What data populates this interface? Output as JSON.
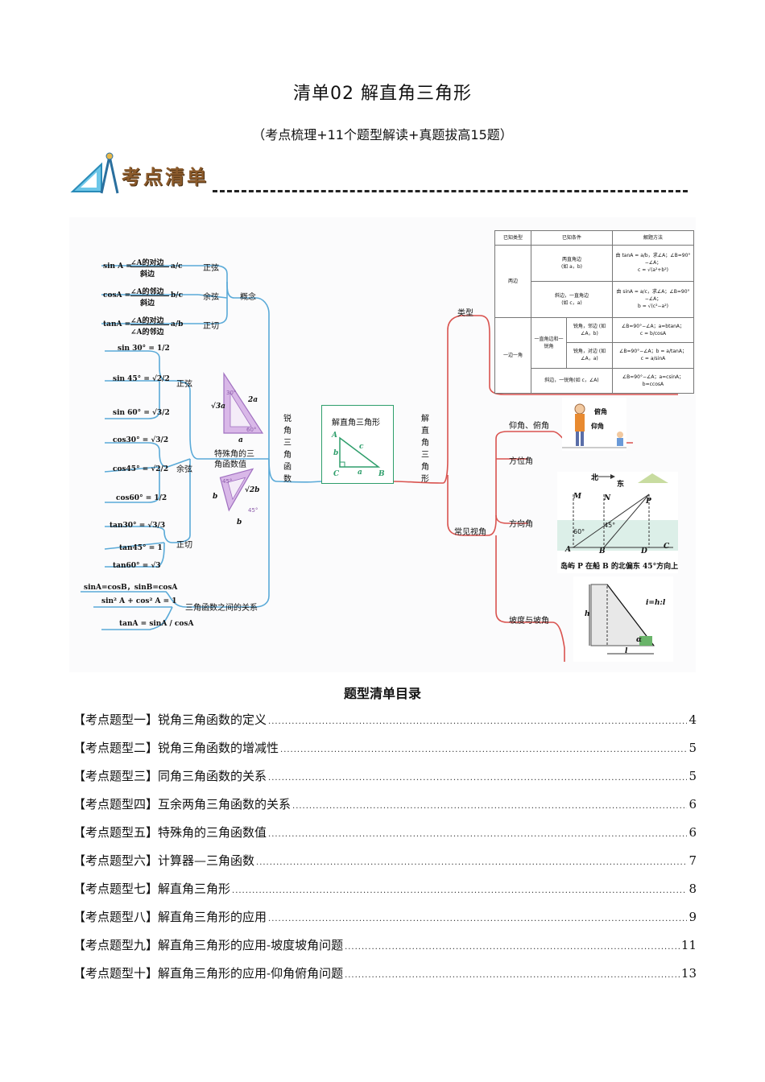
{
  "header": {
    "title": "清单02  解直角三角形",
    "subtitle": "（考点梳理+11个题型解读+真题拔高15题）",
    "banner": "考点清单"
  },
  "mindmap": {
    "center": "解直角三角形",
    "triangle_labels": {
      "A": "A",
      "B": "B",
      "C": "C",
      "a": "a",
      "b": "b",
      "c": "c"
    },
    "left_branch": "锐角三角函数",
    "right_branch": "解直角三角形",
    "concept": {
      "label": "概念",
      "sin": {
        "name": "正弦",
        "lhs": "sin A =",
        "num": "∠A的对边",
        "den": "斜边",
        "frac": "a/c"
      },
      "cos": {
        "name": "余弦",
        "lhs": "cosA =",
        "num": "∠A的邻边",
        "den": "斜边",
        "frac": "b/c"
      },
      "tan": {
        "name": "正切",
        "lhs": "tanA =",
        "num": "∠A的对边",
        "den": "∠A的邻边",
        "frac": "a/b"
      }
    },
    "special": {
      "label_line1": "特殊角的三",
      "label_line2": "角函数值",
      "sin_label": "正弦",
      "cos_label": "余弦",
      "tan_label": "正切",
      "sin_items": [
        "sin 30° = 1/2",
        "sin 45° = √2/2",
        "sin 60° = √3/2"
      ],
      "cos_items": [
        "cos30° = √3/2",
        "cos45° = √2/2",
        "cos60° = 1/2"
      ],
      "tan_items": [
        "tan30° = √3/3",
        "tan45° = 1",
        "tan60° = √3"
      ],
      "tri1": {
        "side1": "√3a",
        "side2": "2a",
        "side3": "a",
        "angle1": "30°",
        "angle2": "60°"
      },
      "tri2": {
        "side1": "b",
        "side2": "√2b",
        "side3": "b",
        "angle1": "45°",
        "angle2": "45°"
      }
    },
    "relations": {
      "label": "三角函数之间的关系",
      "items": [
        "sinA=cosB，sinB=cosA",
        "sin² A + cos² A = 1",
        "tanA = sinA / cosA"
      ]
    },
    "types": {
      "label": "类型",
      "table": {
        "headers": [
          "已知类型",
          "已知条件",
          "解题方法"
        ],
        "rows": [
          [
            "两边",
            "两直角边",
            "(如 a，b)",
            "由 tanA = a/b，求∠A；∠B=90°−∠A；",
            "c = √(a²+b²)"
          ],
          [
            "",
            "斜边，一直角边",
            "(如 c，a)",
            "由 sinA = a/c，求∠A；∠B=90°−∠A；",
            "b = √(c²−a²)"
          ],
          [
            "一边一角",
            "一直角边和一锐角",
            "锐角，邻边 (如∠A，b)",
            "∠B=90°−∠A；a=btanA；",
            "c = b/cosA"
          ],
          [
            "",
            "",
            "锐角，对边 (如∠A，a)",
            "∠B=90°−∠A；b = a/tanA；",
            "c = a/sinA"
          ],
          [
            "",
            "斜边，一锐角(如 c，∠A)",
            "",
            "∠B=90°−∠A；a=csinA；b=ccosA",
            ""
          ]
        ]
      }
    },
    "common_angles": {
      "label": "常见视角",
      "elevation": {
        "label": "仰角、俯角",
        "fu": "俯角",
        "yang": "仰角"
      },
      "position": {
        "label": "方位角"
      },
      "direction": {
        "label": "方向角",
        "north": "北",
        "east": "东",
        "points": [
          "M",
          "N",
          "P",
          "A",
          "B",
          "D",
          "C"
        ],
        "angle1": "60°",
        "angle2": "45°",
        "caption": "岛屿 P 在船 B 的北偏东 45°方向上"
      },
      "slope": {
        "label": "坡度与坡角",
        "ratio": "i=h:l",
        "h": "h",
        "l": "l",
        "alpha": "α"
      }
    }
  },
  "toc": {
    "title": "题型清单目录",
    "entries": [
      {
        "label": "【考点题型一】锐角三角函数的定义",
        "page": "4"
      },
      {
        "label": "【考点题型二】锐角三角函数的增减性",
        "page": "5"
      },
      {
        "label": "【考点题型三】同角三角函数的关系",
        "page": "5"
      },
      {
        "label": "【考点题型四】互余两角三角函数的关系",
        "page": "6"
      },
      {
        "label": "【考点题型五】特殊角的三角函数值",
        "page": "6"
      },
      {
        "label": "【考点题型六】计算器—三角函数",
        "page": "7"
      },
      {
        "label": "【考点题型七】解直角三角形",
        "page": "8"
      },
      {
        "label": "【考点题型八】解直角三角形的应用",
        "page": "9"
      },
      {
        "label": "【考点题型九】解直角三角形的应用-坡度坡角问题",
        "page": "11"
      },
      {
        "label": "【考点题型十】解直角三角形的应用-仰角俯角问题",
        "page": "13"
      }
    ]
  },
  "colors": {
    "left_branch": "#5aaad8",
    "right_branch": "#d9534f",
    "center_border": "#2e9e6b",
    "banner_text": "#8b5a2b"
  }
}
